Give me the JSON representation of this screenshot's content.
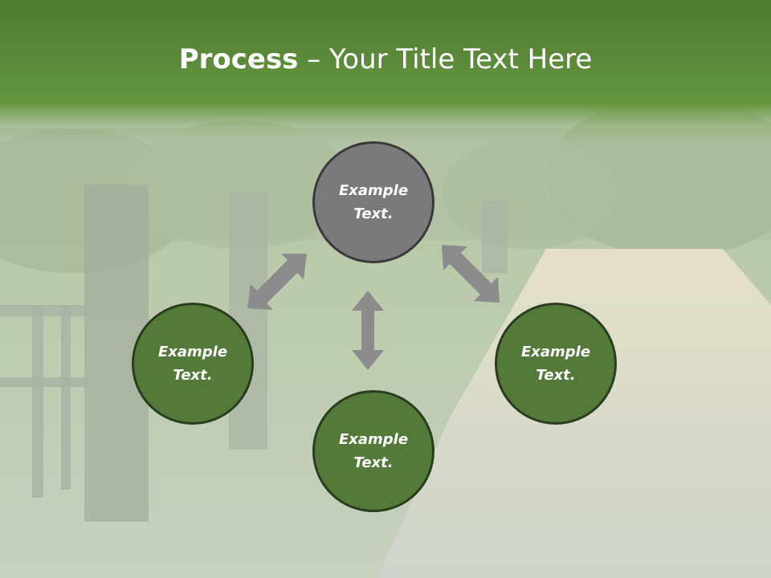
{
  "title": {
    "bold": "Process",
    "rest": " – Your Title Text Here"
  },
  "nodes": {
    "top": "Example Text.",
    "left": "Example Text.",
    "right": "Example Text.",
    "bottom": "Example Text."
  },
  "colors": {
    "header_green": "#5e8f3e",
    "node_green": "#537a38",
    "node_gray": "#7a7a7a",
    "arrow_gray": "#8c8c8c"
  }
}
